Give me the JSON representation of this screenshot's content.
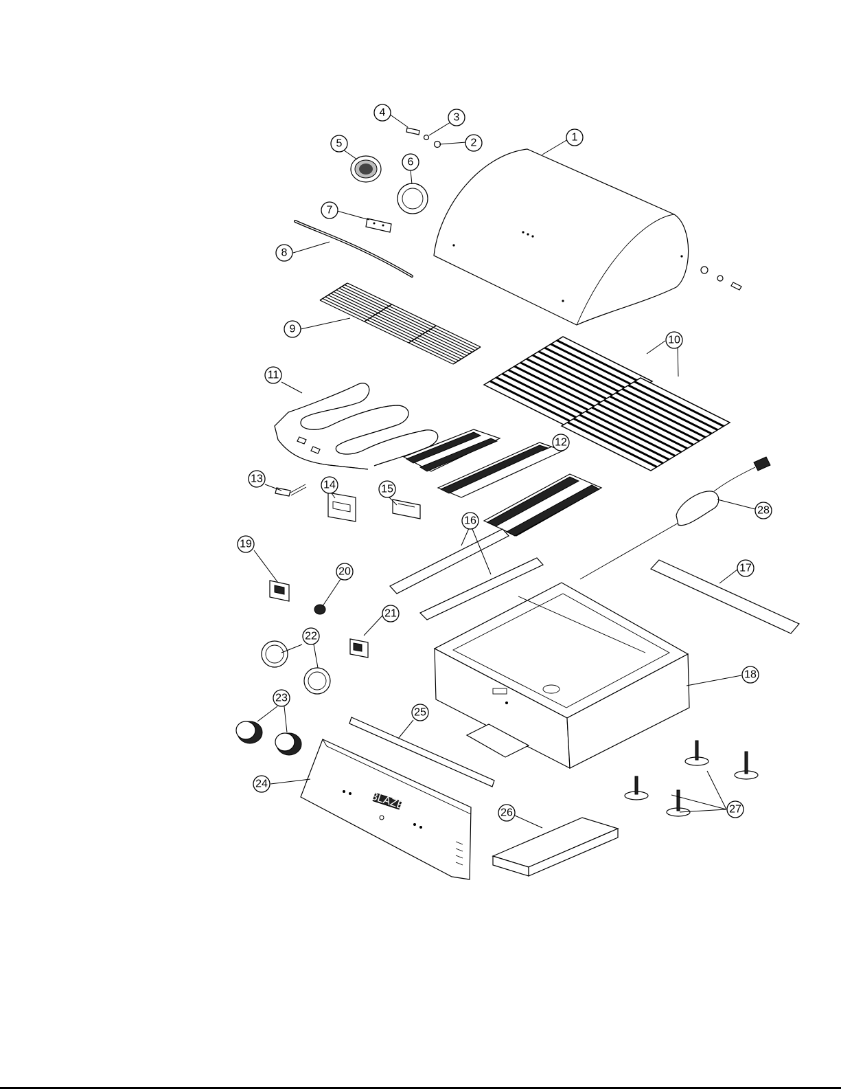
{
  "callouts": [
    {
      "label": "1"
    },
    {
      "label": "2"
    },
    {
      "label": "3"
    },
    {
      "label": "4"
    },
    {
      "label": "5"
    },
    {
      "label": "6"
    },
    {
      "label": "7"
    },
    {
      "label": "8"
    },
    {
      "label": "9"
    },
    {
      "label": "10"
    },
    {
      "label": "11"
    },
    {
      "label": "12"
    },
    {
      "label": "13"
    },
    {
      "label": "14"
    },
    {
      "label": "15"
    },
    {
      "label": "16"
    },
    {
      "label": "17"
    },
    {
      "label": "18"
    },
    {
      "label": "19"
    },
    {
      "label": "20"
    },
    {
      "label": "21"
    },
    {
      "label": "22"
    },
    {
      "label": "23"
    },
    {
      "label": "24"
    },
    {
      "label": "25"
    },
    {
      "label": "26"
    },
    {
      "label": "27"
    },
    {
      "label": "28"
    }
  ],
  "logo_text": "BLAZE"
}
